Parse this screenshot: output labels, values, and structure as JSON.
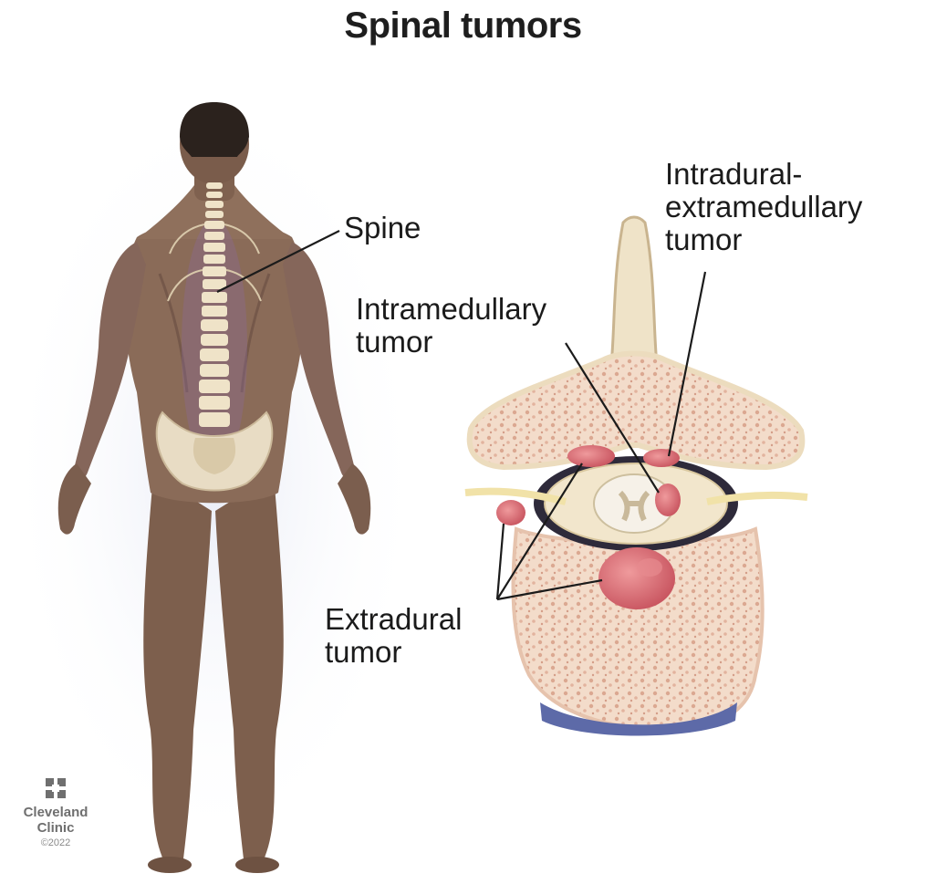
{
  "title": "Spinal tumors",
  "labels": {
    "spine": "Spine",
    "intramedullary": [
      "Intramedullary",
      "tumor"
    ],
    "intradural_extramedullary": [
      "Intradural-",
      "extramedullary",
      "tumor"
    ],
    "extradural": [
      "Extradural",
      "tumor"
    ]
  },
  "logo": {
    "name_line1": "Cleveland",
    "name_line2": "Clinic",
    "copyright": "©2022"
  },
  "colors": {
    "skin": "#8a6b58",
    "bone": "#efe3c8",
    "tumor": "#d9707a",
    "text": "#1b1b1b"
  }
}
